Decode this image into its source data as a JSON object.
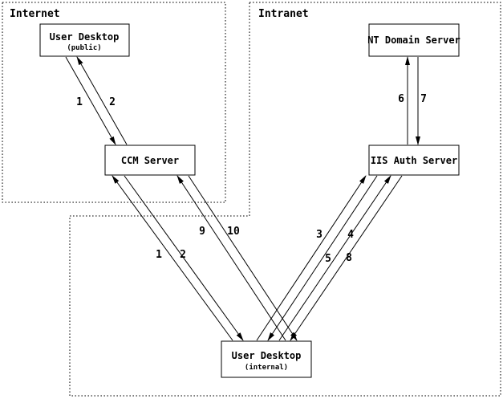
{
  "diagram": {
    "zones": {
      "internet": {
        "label": "Internet"
      },
      "intranet": {
        "label": "Intranet"
      }
    },
    "nodes": {
      "user_desktop_public": {
        "label": "User Desktop",
        "sublabel": "(public)"
      },
      "ccm_server": {
        "label": "CCM Server"
      },
      "nt_domain_server": {
        "label": "NT Domain Server"
      },
      "iis_auth_server": {
        "label": "IIS Auth Server"
      },
      "user_desktop_internal": {
        "label": "User Desktop",
        "sublabel": "(internal)"
      }
    },
    "edges": [
      {
        "label": "1",
        "from": "user_desktop_public",
        "to": "ccm_server"
      },
      {
        "label": "2",
        "from": "ccm_server",
        "to": "user_desktop_public"
      },
      {
        "label": "6",
        "from": "iis_auth_server",
        "to": "nt_domain_server"
      },
      {
        "label": "7",
        "from": "nt_domain_server",
        "to": "iis_auth_server"
      },
      {
        "label": "1",
        "from": "user_desktop_internal",
        "to": "ccm_server"
      },
      {
        "label": "2",
        "from": "ccm_server",
        "to": "user_desktop_internal"
      },
      {
        "label": "9",
        "from": "user_desktop_internal",
        "to": "ccm_server"
      },
      {
        "label": "10",
        "from": "ccm_server",
        "to": "user_desktop_internal"
      },
      {
        "label": "3",
        "from": "user_desktop_internal",
        "to": "iis_auth_server"
      },
      {
        "label": "4",
        "from": "iis_auth_server",
        "to": "user_desktop_internal"
      },
      {
        "label": "5",
        "from": "user_desktop_internal",
        "to": "iis_auth_server"
      },
      {
        "label": "8",
        "from": "iis_auth_server",
        "to": "user_desktop_internal"
      }
    ],
    "colors": {
      "ink": "#000000",
      "background": "#ffffff"
    }
  }
}
